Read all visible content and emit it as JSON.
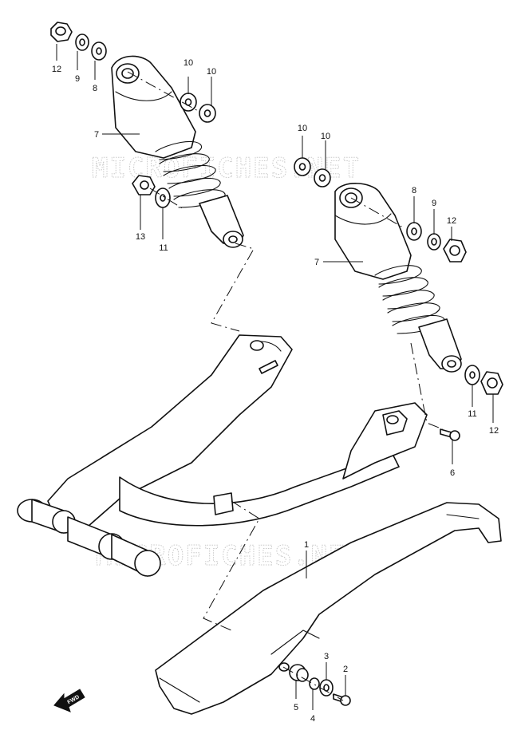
{
  "watermark": "MICROFICHES.NET",
  "fwd_label": "FWD",
  "callouts": {
    "c12a": "12",
    "c9a": "9",
    "c8a": "8",
    "c10a": "10",
    "c10b": "10",
    "c7a": "7",
    "c13": "13",
    "c11a": "11",
    "c10c": "10",
    "c10d": "10",
    "c8b": "8",
    "c9b": "9",
    "c12b": "12",
    "c7b": "7",
    "c11b": "11",
    "c12c": "12",
    "c6": "6",
    "c1": "1",
    "c3": "3",
    "c2": "2",
    "c5": "5",
    "c4": "4"
  }
}
